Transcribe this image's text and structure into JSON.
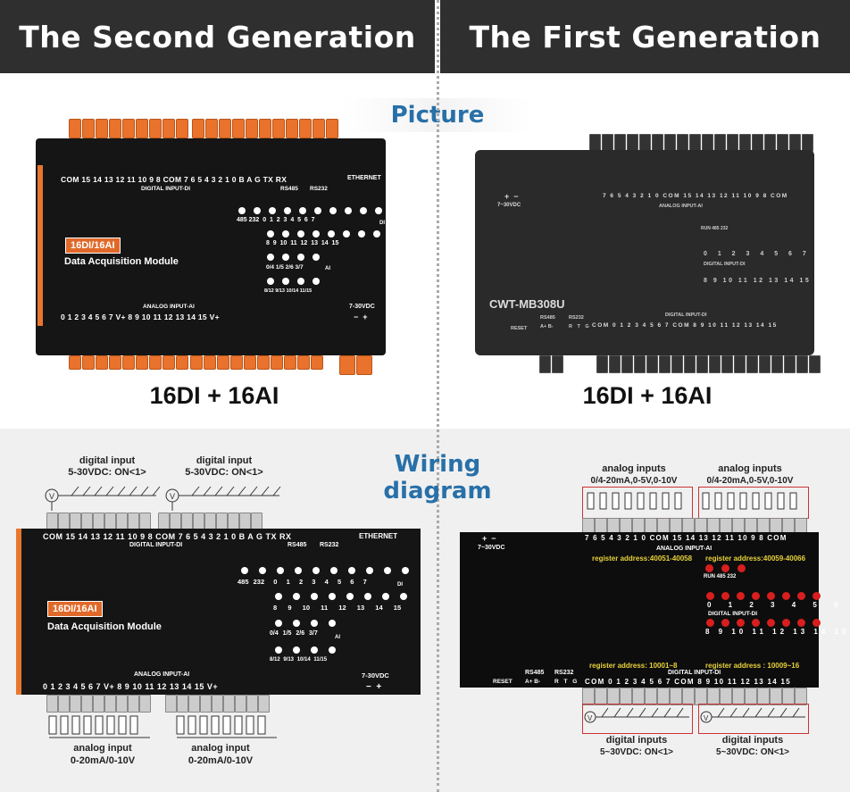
{
  "header": {
    "left": "The Second Generation",
    "right": "The First Generation"
  },
  "tags": {
    "picture": "Picture",
    "wiring_line1": "Wiring",
    "wiring_line2": "diagram"
  },
  "captions": {
    "left": "16DI + 16AI",
    "right": "16DI + 16AI"
  },
  "second_gen": {
    "top_labels": "COM 15 14 13 12 11 10 9 8 COM 7 6 5 4 3 2 1 0 B A G TX RX",
    "ethernet": "ETHERNET",
    "digital_input": "DIGITAL INPUT-DI",
    "rs485": "RS485",
    "rs232": "RS232",
    "badge": "16DI/16AI",
    "module": "Data Acquisition Module",
    "analog_input": "ANALOG INPUT-AI",
    "bottom_labels": "0 1 2 3 4 5 6 7 V+ 8 9 10 11 12 13 14 15 V+",
    "power": "7-30VDC",
    "minus_plus": "−  +",
    "di_row1": "485 232  0  1  2  3  4  5  6  7",
    "di_row2": "8  9  10  11  12  13  14  15",
    "ai_row1": "0/4 1/5 2/6 3/7",
    "ai_row2": "8/12 9/13 10/14 11/15",
    "di_tag": "DI",
    "ai_tag": "AI"
  },
  "first_gen": {
    "power_sym": "+  −",
    "power": "7~30VDC",
    "top_labels": "7 6 5 4 3 2 1 0 COM 15 14 13 12 11 10 9 8 COM",
    "analog_input": "ANALOG INPUT-AI",
    "status": "RUN 485 232",
    "di_row1": "0 1 2 3 4 5 6 7",
    "di_label": "DIGITAL INPUT-DI",
    "di_row2": "8 9 10 11 12 13 14 15",
    "model": "CWT-MB308U",
    "reset": "RESET",
    "rs485": "RS485",
    "rs485_pins": "A+ B-",
    "rs232": "RS232",
    "rs232_pins": "R T G",
    "bottom_labels": "COM 0 1 2 3 4 5 6 7 COM 8 9 10 11 12 13 14 15",
    "digital_input": "DIGITAL INPUT-DI"
  },
  "wiring_left": {
    "di_label_1": "digital input",
    "di_sub_1": "5-30VDC: ON<1>",
    "di_label_2": "digital input",
    "di_sub_2": "5-30VDC: ON<1>",
    "ai_label_1": "analog input",
    "ai_sub_1": "0-20mA/0-10V",
    "ai_label_2": "analog input",
    "ai_sub_2": "0-20mA/0-10V"
  },
  "wiring_right": {
    "ai_label_1": "analog inputs",
    "ai_sub_1": "0/4-20mA,0-5V,0-10V",
    "ai_label_2": "analog inputs",
    "ai_sub_2": "0/4-20mA,0-5V,0-10V",
    "reg_ai_1": "register address:40051-40058",
    "reg_ai_2": "register address:40059-40066",
    "reg_di_1": "register address: 10001~8",
    "reg_di_2": "register address : 10009~16",
    "di_label_1": "digital inputs",
    "di_sub_1": "5~30VDC: ON<1>",
    "di_label_2": "digital inputs",
    "di_sub_2": "5~30VDC: ON<1>"
  },
  "colors": {
    "orange": "#e8772e",
    "header_bg": "#2f2f2f",
    "tag_blue": "#2870a8",
    "register_yellow": "#e8d23a",
    "led_red": "#d81e1e"
  }
}
